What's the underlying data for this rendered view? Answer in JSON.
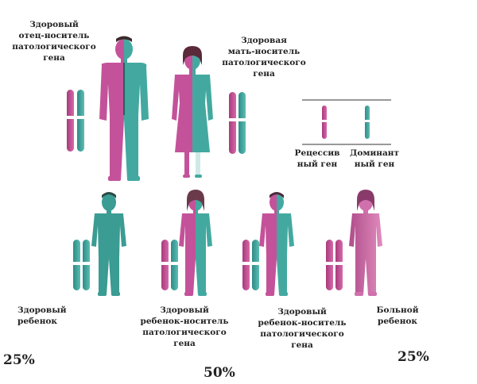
{
  "parents": {
    "father": {
      "label": "Здоровый\nотец-носитель\nпатологического\nгена"
    },
    "mother": {
      "label": "Здоровая\nмать-носитель\nпатологического\nгена"
    }
  },
  "legend": {
    "recessive": "Рецессив\nный ген",
    "dominant": "Доминант\nный ген"
  },
  "children": [
    {
      "label": "Здоровый\nребенок"
    },
    {
      "label": "Здоровый\nребенок-носитель\nпатологического\nгена"
    },
    {
      "label": "Здоровый\nребенок-носитель\nпатологического\nгена"
    },
    {
      "label": "Больной\nребенок"
    }
  ],
  "percentages": {
    "healthy": "25%",
    "carriers": "50%",
    "affected": "25%"
  },
  "colors": {
    "recessive": "#c2488f",
    "dominant": "#3fa8a0",
    "background": "#ffffff"
  }
}
